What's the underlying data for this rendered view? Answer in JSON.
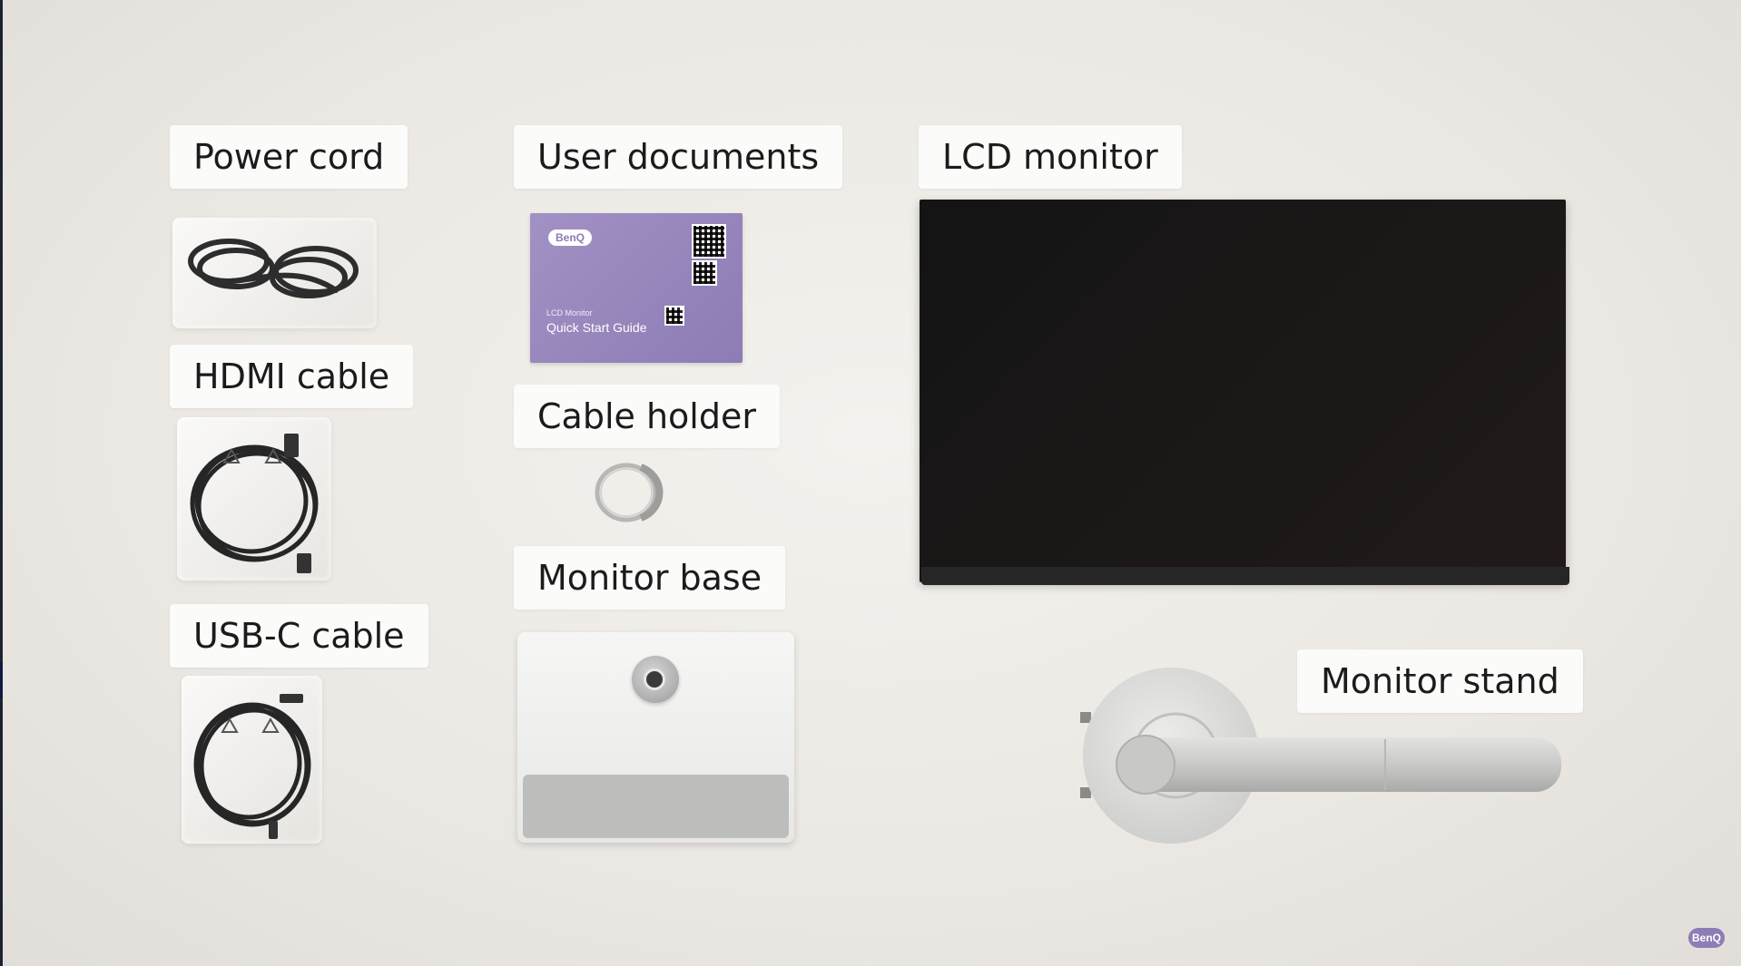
{
  "labels": {
    "power_cord": "Power cord",
    "user_documents": "User documents",
    "lcd_monitor": "LCD monitor",
    "hdmi_cable": "HDMI cable",
    "cable_holder": "Cable holder",
    "usb_c_cable": "USB-C cable",
    "monitor_base": "Monitor base",
    "monitor_stand": "Monitor stand"
  },
  "document": {
    "brand": "BenQ",
    "small_text": "LCD Monitor",
    "title": "Quick Start Guide"
  },
  "brand_logo": "BenQ",
  "colors": {
    "background": "#ebe8e3",
    "label_bg": "#fbfbfa",
    "document_purple": "#8d7cb5",
    "screen": "#141414"
  }
}
